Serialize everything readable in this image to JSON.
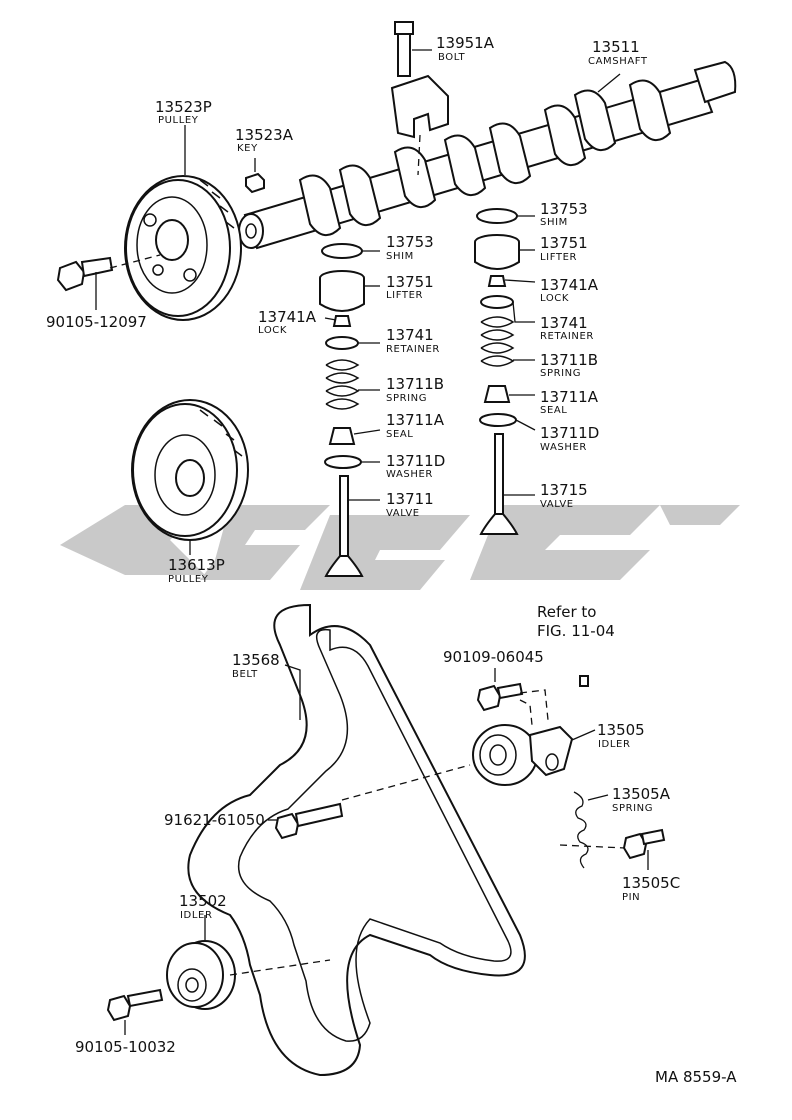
{
  "labels": {
    "bolt_13951a": {
      "number": "13951A",
      "name": "BOLT"
    },
    "camshaft": {
      "number": "13511",
      "name": "CAMSHAFT"
    },
    "pulley_13523p": {
      "number": "13523P",
      "name": "PULLEY"
    },
    "key": {
      "number": "13523A",
      "name": "KEY"
    },
    "bolt_12097": {
      "number": "90105-12097"
    },
    "shim_l": {
      "number": "13753",
      "name": "SHIM"
    },
    "lifter_l": {
      "number": "13751",
      "name": "LIFTER"
    },
    "lock_l": {
      "number": "13741A",
      "name": "LOCK"
    },
    "retainer_l": {
      "number": "13741",
      "name": "RETAINER"
    },
    "spring_l": {
      "number": "13711B",
      "name": "SPRING"
    },
    "seal_l": {
      "number": "13711A",
      "name": "SEAL"
    },
    "washer_l": {
      "number": "13711D",
      "name": "WASHER"
    },
    "valve_l": {
      "number": "13711",
      "name": "VALVE"
    },
    "shim_r": {
      "number": "13753",
      "name": "SHIM"
    },
    "lifter_r": {
      "number": "13751",
      "name": "LIFTER"
    },
    "lock_r": {
      "number": "13741A",
      "name": "LOCK"
    },
    "retainer_r": {
      "number": "13741",
      "name": "RETAINER"
    },
    "spring_r": {
      "number": "13711B",
      "name": "SPRING"
    },
    "seal_r": {
      "number": "13711A",
      "name": "SEAL"
    },
    "washer_r": {
      "number": "13711D",
      "name": "WASHER"
    },
    "valve_r": {
      "number": "13715",
      "name": "VALVE"
    },
    "pulley_13613p": {
      "number": "13613P",
      "name": "PULLEY"
    },
    "belt": {
      "number": "13568",
      "name": "BELT"
    },
    "bolt_06045": {
      "number": "90109-06045"
    },
    "idler_13505": {
      "number": "13505",
      "name": "IDLER"
    },
    "spring_13505a": {
      "number": "13505A",
      "name": "SPRING"
    },
    "pin_13505c": {
      "number": "13505C",
      "name": "PIN"
    },
    "bolt_61050": {
      "number": "91621-61050"
    },
    "idler_13502": {
      "number": "13502",
      "name": "IDLER"
    },
    "bolt_10032": {
      "number": "90105-10032"
    }
  },
  "reference": {
    "line1": "Refer to",
    "line2": "FIG. 11-04"
  },
  "figure_code": "MA  8559-A",
  "colors": {
    "ink": "#111111",
    "watermark": "#c9c9c9",
    "background": "#ffffff"
  }
}
